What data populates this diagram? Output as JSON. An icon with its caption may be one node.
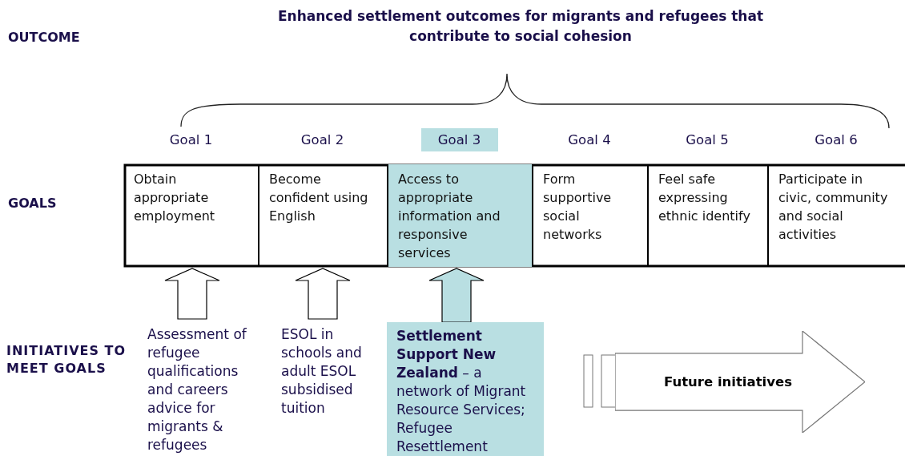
{
  "diagram": {
    "title": "Enhanced settlement outcomes for migrants and refugees that contribute to social cohesion",
    "nodes": [
      {
        "text": [
          "Obtain appropriate employment"
        ],
        "beside": [
          "Goal 1"
        ]
      },
      {
        "text": [
          "Become confident using English"
        ],
        "beside": [
          "Goal 2"
        ]
      },
      {
        "text": [
          "Access to appropriate information and responsive services"
        ],
        "beside": [
          "Goal 3"
        ]
      },
      {
        "text": [
          "Form supportive social networks"
        ],
        "beside": [
          "Goal 4"
        ]
      },
      {
        "text": [
          "Feel safe expressing ethnic identify"
        ],
        "beside": [
          "Goal 5"
        ]
      },
      {
        "text": [
          "Participate in civic, community and social activities"
        ],
        "beside": [
          "Goal 6"
        ]
      },
      {
        "text": [
          "Assessment of refugee qualifications and careers advice for migrants & refugees"
        ]
      },
      {
        "text": [
          "ESOL in schools and adult ESOL subsidised tuition"
        ]
      },
      {
        "text": [
          "**Settlement Support New Zealand** – a network of Migrant Resource Services; Refugee Resettlement"
        ]
      },
      {
        "text": [
          "Future initiatives"
        ]
      }
    ],
    "edges": [
      {
        "from": 6,
        "to": 0,
        "arrow": "to"
      },
      {
        "from": 7,
        "to": 1,
        "arrow": "to"
      },
      {
        "from": 8,
        "to": 2,
        "arrow": "to",
        "color": "#b9dfe2"
      }
    ],
    "labels": [
      "OUTCOME",
      "GOALS",
      "INITIATIVES TO MEET GOALS"
    ]
  }
}
